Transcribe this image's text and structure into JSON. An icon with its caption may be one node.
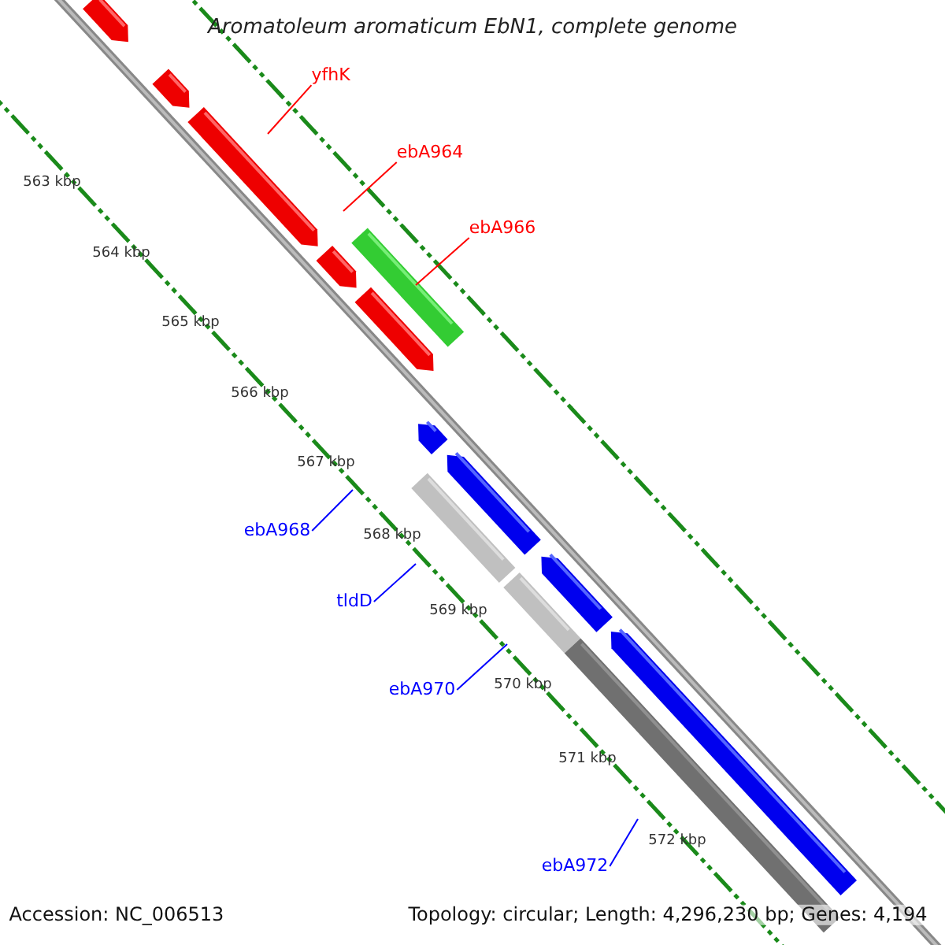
{
  "diagram": {
    "title": "Aromatoleum aromaticum EbN1, complete genome",
    "nodes": [
      {
        "text": [
          "yfhK"
        ]
      },
      {
        "text": [
          "ebA964"
        ]
      },
      {
        "text": [
          "ebA966"
        ]
      },
      {
        "text": [
          "ebA968"
        ]
      },
      {
        "text": [
          "tldD"
        ]
      },
      {
        "text": [
          "ebA970"
        ]
      },
      {
        "text": [
          "ebA972"
        ]
      }
    ],
    "edges": [
      {
        "from": 0,
        "to": null,
        "arrow": "none",
        "color": "#ff0000"
      },
      {
        "from": 1,
        "to": null,
        "arrow": "none",
        "color": "#ff0000"
      },
      {
        "from": 2,
        "to": null,
        "arrow": "none",
        "color": "#ff0000"
      },
      {
        "from": 3,
        "to": null,
        "arrow": "none"
      },
      {
        "from": 4,
        "to": null,
        "arrow": "none"
      },
      {
        "from": 5,
        "to": null,
        "arrow": "none"
      },
      {
        "from": 6,
        "to": null,
        "arrow": "none"
      }
    ],
    "labels": [
      "563 kbp",
      "564 kbp",
      "565 kbp",
      "566 kbp",
      "567 kbp",
      "568 kbp",
      "569 kbp",
      "570 kbp",
      "571 kbp",
      "572 kbp",
      "Accession: NC_006513",
      "Topology: circular; Length: 4,296,230 bp; Genes: 4,194"
    ]
  }
}
